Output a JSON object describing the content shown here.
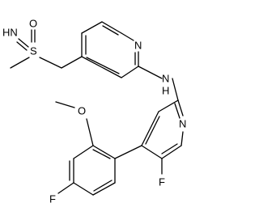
{
  "molecule": {
    "atoms": {
      "imine_nh": "HN",
      "sulfoximine_o": "O",
      "sulfur": "S",
      "pyridine_top_n": "N",
      "amine_nh": "N",
      "amine_h": "H",
      "methoxy_o": "O",
      "pyridine_bottom_n": "N",
      "aryl_f": "F",
      "pyridine_f": "F"
    }
  }
}
